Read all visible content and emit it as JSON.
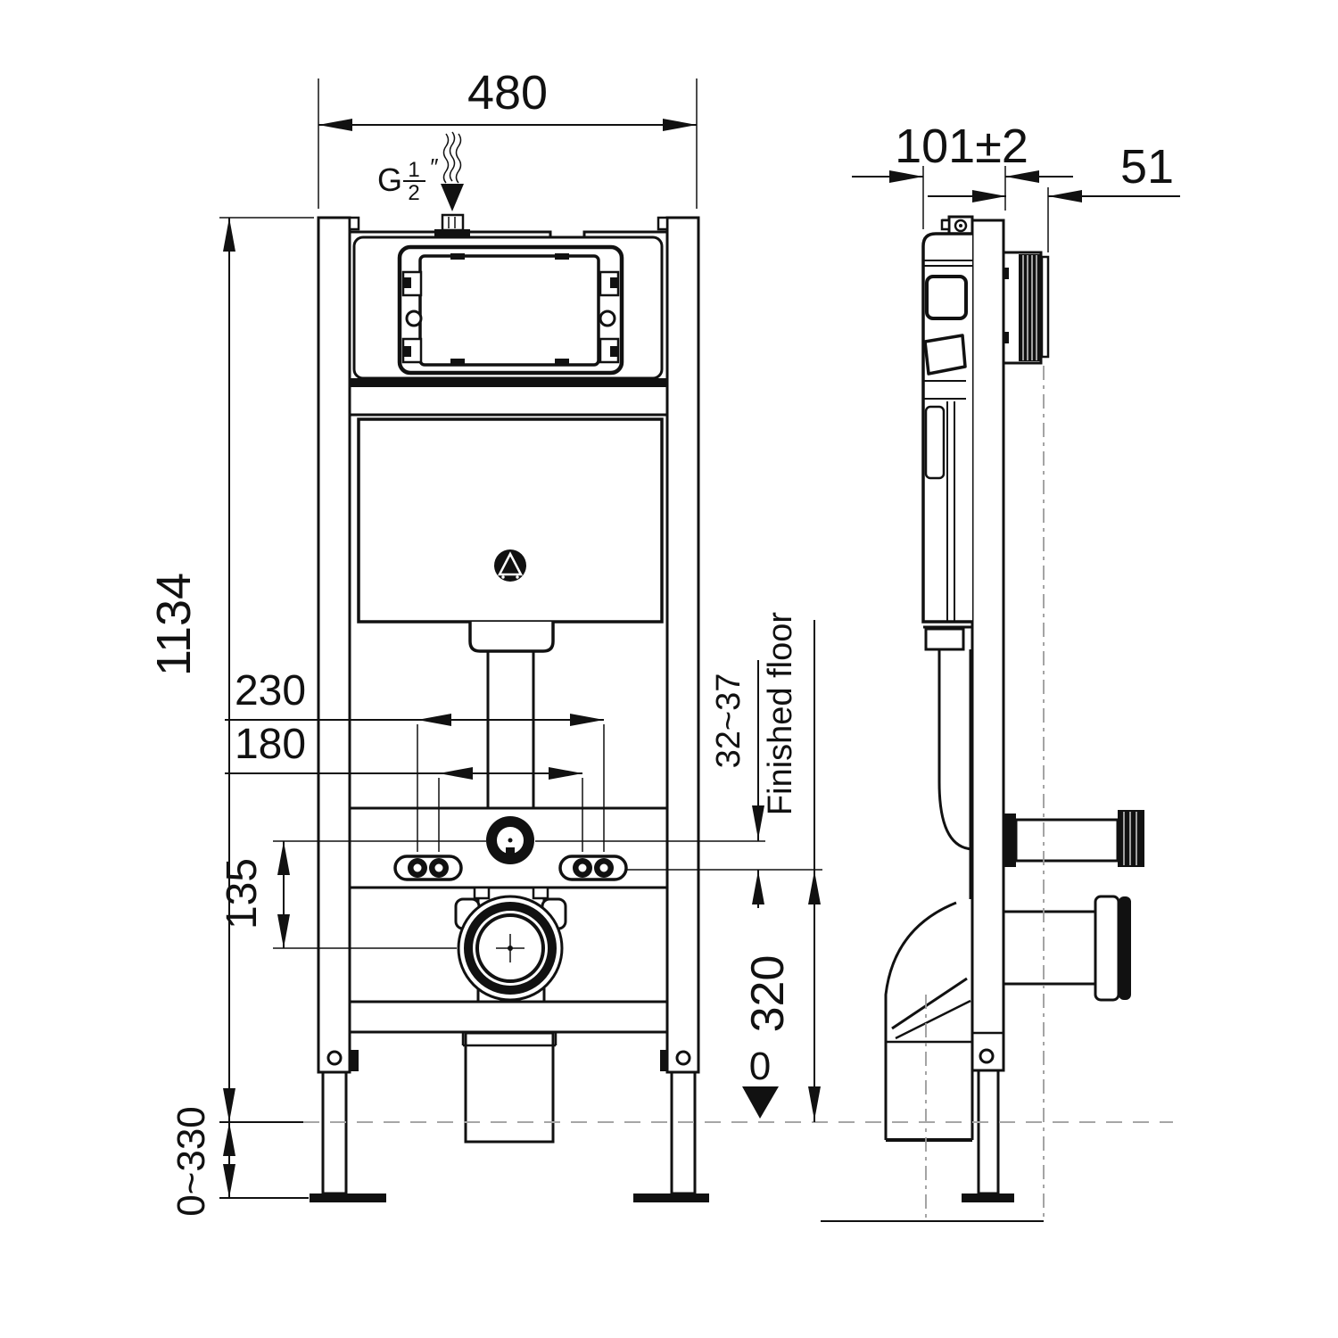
{
  "drawing_type": "wall-hung toilet concealed cistern frame installation drawing, front and side views",
  "dimensions": {
    "overall_width": "480",
    "overall_height": "1134",
    "fixing_outer_spacing": "230",
    "fixing_inner_spacing": "180",
    "inlet_to_outlet": "135",
    "leg_adjust_range": "0~330",
    "frame_depth": "101±2",
    "collar_projection": "51",
    "flush_offset": "32~37",
    "outlet_height": "320",
    "floor_datum": "0"
  },
  "annotations": {
    "finished_floor": "Finished floor",
    "water_inlet_g": "G",
    "water_inlet_num": "1",
    "water_inlet_den": "2",
    "water_inlet_unit": "″"
  },
  "colors": {
    "line": "#111111",
    "centerline": "#9a9a9a",
    "floor_dash": "#a6a6a6",
    "background": "#ffffff"
  }
}
